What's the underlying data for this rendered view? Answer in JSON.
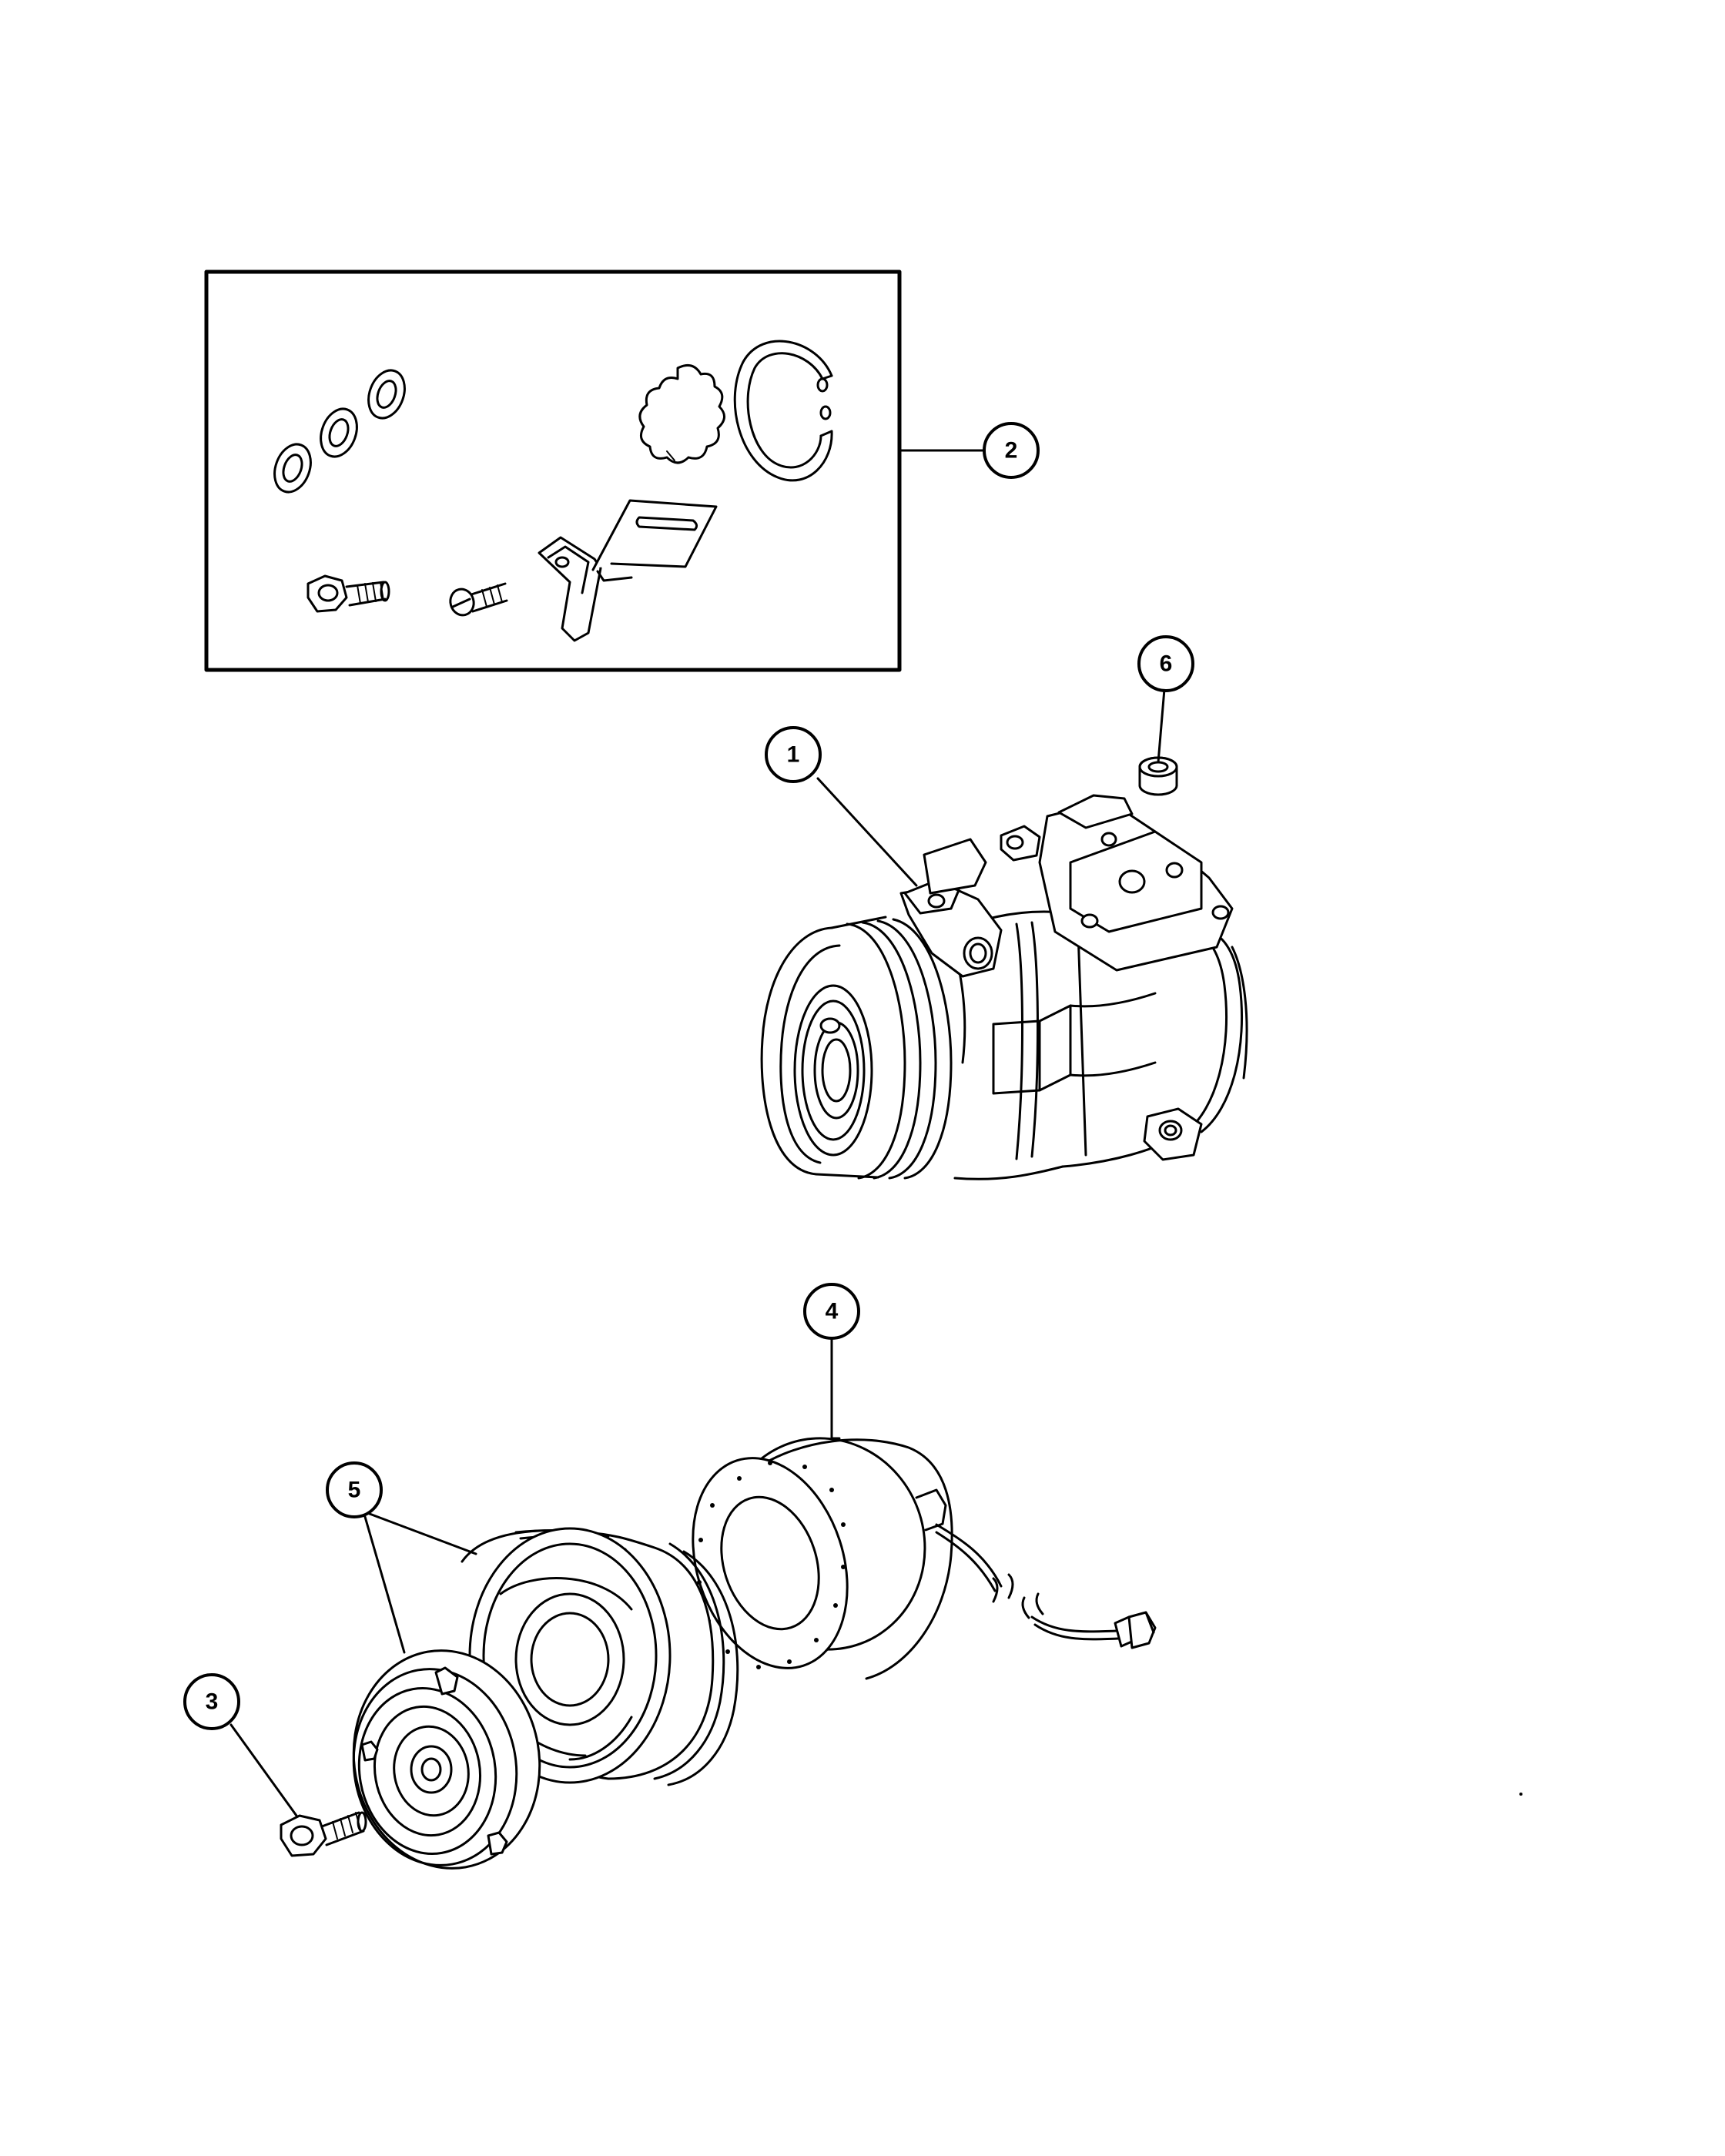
{
  "callouts": {
    "1": "1",
    "2": "2",
    "3": "3",
    "4": "4",
    "5": "5",
    "6": "6"
  },
  "colors": {
    "line": "#000000",
    "background": "#ffffff"
  }
}
